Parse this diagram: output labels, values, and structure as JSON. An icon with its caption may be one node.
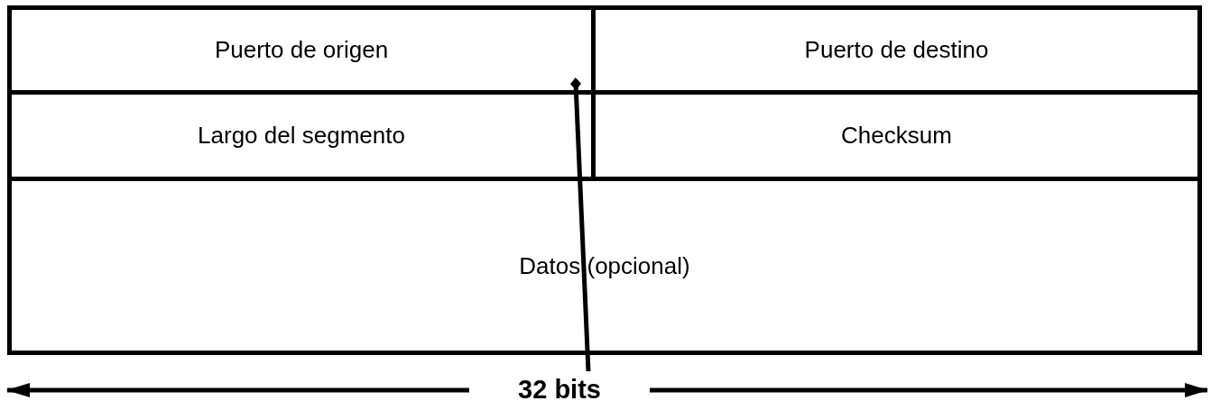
{
  "diagram": {
    "nodes": [
      {
        "text": [
          "Puerto de origen"
        ]
      },
      {
        "text": [
          "Puerto de destino"
        ]
      },
      {
        "text": [
          "Largo del segmento"
        ]
      },
      {
        "text": [
          "Checksum"
        ]
      },
      {
        "text": [
          "Datos (opcional)"
        ]
      },
      {
        "text": [
          "32 bits"
        ]
      }
    ],
    "edges": [
      {
        "from": 5,
        "to": 0,
        "arrow": "other"
      }
    ]
  }
}
